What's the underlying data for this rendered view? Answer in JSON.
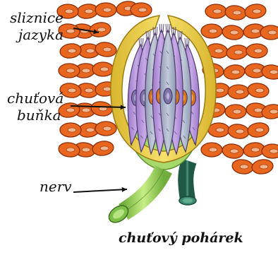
{
  "labels": {
    "mucosa_line1": "sliznice",
    "mucosa_line2": "jazyka",
    "cell_line1": "chuťová",
    "cell_line2": "buňka",
    "nerve": "nerv"
  },
  "caption": "chuťový pohárek",
  "colors": {
    "mucosa_cells": "#e8661e",
    "mucosa_outline": "#8a2e0a",
    "mucosa_nucleus": "#f2b48c",
    "sheath": "#f2d34a",
    "taste_cell_violet": "#b595d6",
    "taste_cell_grey": "#aab4c8",
    "cell_nucleus": "#d9741e",
    "nerve_green": "#9bd25a",
    "nerve_dark": "#2f6f5a"
  }
}
